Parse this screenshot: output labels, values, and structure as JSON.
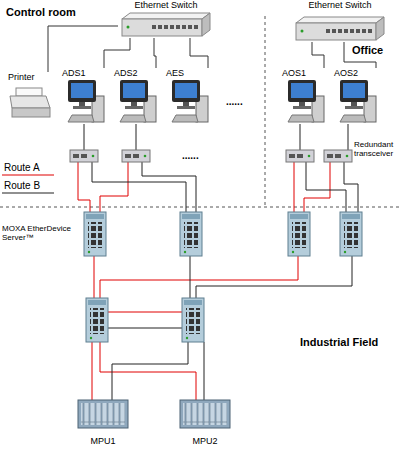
{
  "diagram": {
    "nodes": [
      {
        "text": [
          "Ethernet Switch"
        ]
      },
      {
        "text": [
          "Ethernet Switch"
        ]
      },
      {
        "text": [
          "Printer"
        ]
      },
      {
        "text": [
          "ADS1"
        ]
      },
      {
        "text": [
          "ADS2"
        ]
      },
      {
        "text": [
          "AES"
        ]
      },
      {
        "text": [
          "AOS1"
        ]
      },
      {
        "text": [
          "AOS2"
        ]
      },
      {
        "text": [
          "MPU1"
        ]
      },
      {
        "text": [
          "MPU2"
        ]
      }
    ],
    "edges": [
      {
        "from": 0,
        "to": 2,
        "arrow": "none"
      },
      {
        "from": 0,
        "to": 3,
        "arrow": "none"
      },
      {
        "from": 0,
        "to": 4,
        "arrow": "none"
      },
      {
        "from": 0,
        "to": 5,
        "arrow": "none"
      },
      {
        "from": 1,
        "to": 6,
        "arrow": "none"
      },
      {
        "from": 1,
        "to": 7,
        "arrow": "none"
      }
    ],
    "labels": [
      "Control room",
      "Office",
      "......",
      "......",
      "Route A",
      "Route B",
      "Redundant transceiver",
      "MOXA EtherDevice Server™",
      "Industrial Field"
    ]
  }
}
